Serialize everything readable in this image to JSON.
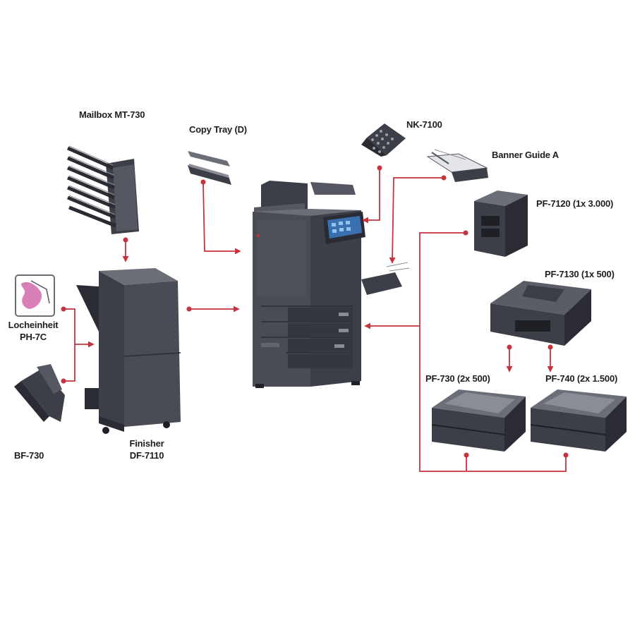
{
  "labels": {
    "mailbox": "Mailbox MT-730",
    "copy_tray": "Copy Tray (D)",
    "nk": "NK-7100",
    "banner": "Banner Guide A",
    "pf7120": "PF-7120 (1x 3.000)",
    "pf7130": "PF-7130 (1x 500)",
    "lochein_1": "Locheinheit",
    "lochein_2": "PH-7C",
    "pf730": "PF-730 (2x 500)",
    "pf740": "PF-740 (2x 1.500)",
    "finisher_1": "Finisher",
    "finisher_2": "DF-7110",
    "bf730": "BF-730"
  },
  "colors": {
    "connector": "#c8323c",
    "device_dark": "#3d3f48",
    "device_mid": "#555862",
    "device_light": "#8a8d96",
    "screen": "#3a6fb0",
    "pink": "#d77fb6"
  }
}
